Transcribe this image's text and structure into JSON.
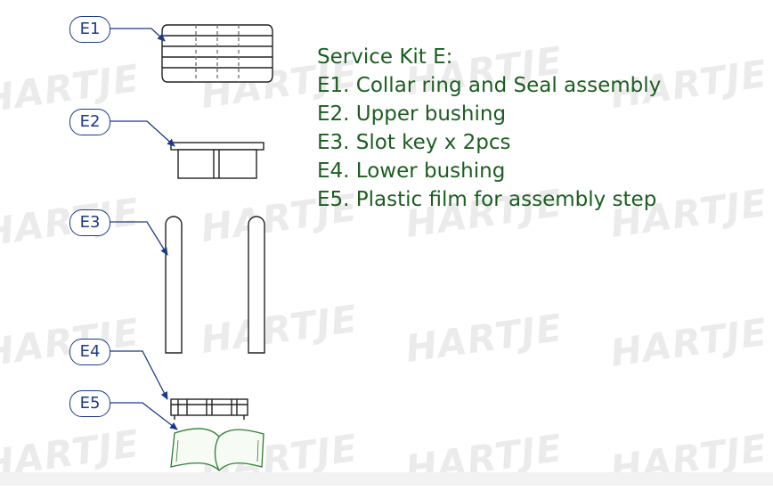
{
  "watermark_text": "HARTJE",
  "legend": {
    "title": "Service Kit E:",
    "items": [
      "E1. Collar ring and Seal assembly",
      "E2. Upper bushing",
      "E3. Slot key x 2pcs",
      "E4. Lower bushing",
      "E5. Plastic film for assembly step"
    ]
  },
  "callouts": [
    "E1",
    "E2",
    "E3",
    "E4",
    "E5"
  ],
  "colors": {
    "legend_text": "#1b5e20",
    "callout": "#1b3a8a",
    "parts_stroke": "#222222",
    "film_stroke": "#2e7d32",
    "watermark": "#dcdcdc"
  }
}
